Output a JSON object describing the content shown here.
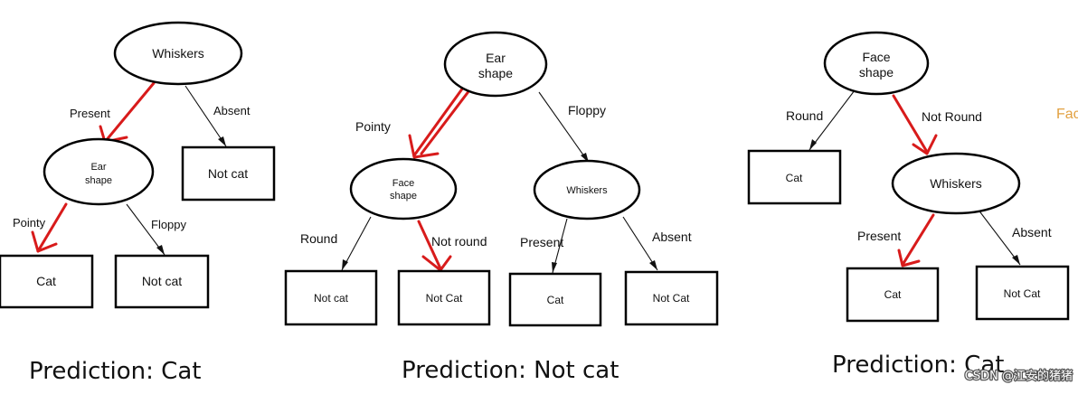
{
  "trees": [
    {
      "nodes": {
        "root": "Whiskers",
        "ear_shape": [
          "Ear",
          "shape"
        ],
        "not_cat_1": "Not cat",
        "cat": "Cat",
        "not_cat_2": "Not cat"
      },
      "edges": {
        "present": "Present",
        "absent": "Absent",
        "pointy": "Pointy",
        "floppy": "Floppy"
      },
      "prediction": "Prediction: Cat"
    },
    {
      "nodes": {
        "root": [
          "Ear",
          "shape"
        ],
        "face_shape": [
          "Face",
          "shape"
        ],
        "whiskers": "Whiskers",
        "not_cat_1": "Not cat",
        "not_cat_2": "Not Cat",
        "cat": "Cat",
        "not_cat_3": "Not Cat"
      },
      "edges": {
        "pointy": "Pointy",
        "floppy": "Floppy",
        "round": "Round",
        "not_round": "Not round",
        "present": "Present",
        "absent": "Absent"
      },
      "prediction": "Prediction: Not cat"
    },
    {
      "nodes": {
        "root": [
          "Face",
          "shape"
        ],
        "cat_leaf": "Cat",
        "whiskers": "Whiskers",
        "cat": "Cat",
        "not_cat": "Not Cat"
      },
      "edges": {
        "round": "Round",
        "not_round": "Not Round",
        "present": "Present",
        "absent": "Absent"
      },
      "prediction": "Prediction: Cat"
    }
  ],
  "cut_off_text": "Fac",
  "watermark": "CSDN @江安的猪猪",
  "colors": {
    "highlight_path": "#d81b1b",
    "node_stroke": "#000000",
    "cut_off_text": "#e2a040"
  }
}
